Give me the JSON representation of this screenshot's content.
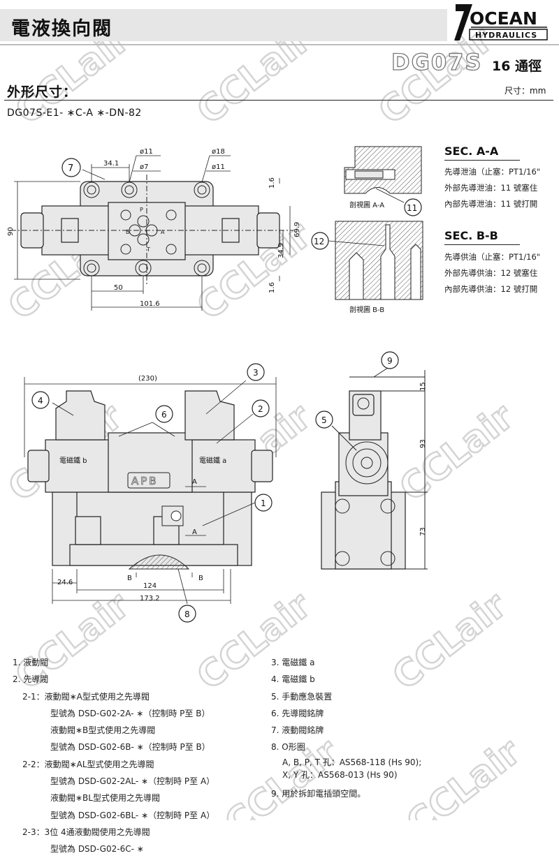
{
  "header": {
    "title": "電液換向閥",
    "logo_main": "OCEAN",
    "logo_letter": "7",
    "logo_sub": "HYDRAULICS",
    "model_code": "DG07S",
    "model_size": "16 通徑"
  },
  "section": {
    "title": "外形尺寸：",
    "unit": "尺寸：mm",
    "model_number": "DG07S-E1- ∗C-A ∗-DN-82"
  },
  "top_view": {
    "dims": [
      "34.1",
      "ø11",
      "ø7",
      "ø18",
      "ø11",
      "1.6",
      "90",
      "69.9",
      "34.9",
      "1.6",
      "50",
      "101.6"
    ],
    "port_labels": [
      "P",
      "B",
      "A",
      "T"
    ],
    "callout": "7"
  },
  "sec_aa": {
    "title": "SEC. A-A",
    "view_label": "剖視圖 A-A",
    "callout": "11",
    "lines": [
      "先導泄油（止塞：PT1/16\"",
      "外部先導泄油：11 號塞住",
      "內部先導泄油：11 號打開"
    ]
  },
  "sec_bb": {
    "title": "SEC. B-B",
    "view_label": "剖視圖 B-B",
    "callout": "12",
    "lines": [
      "先導供油（止塞：PT1/16\"",
      "外部先導供油：12 號塞住",
      "內部先導供油：12 號打開"
    ]
  },
  "front_view": {
    "dims": [
      "(230)",
      "24.6",
      "124",
      "173.2"
    ],
    "solenoid_b": "電磁鐵 b",
    "solenoid_a": "電磁鐵 a",
    "nameplate": "APB",
    "section_marks": [
      "A",
      "A",
      "B",
      "B"
    ],
    "callouts": [
      "4",
      "6",
      "3",
      "2",
      "1",
      "8"
    ]
  },
  "side_view": {
    "dims": [
      "15",
      "93",
      "73"
    ],
    "callouts": [
      "9",
      "5"
    ]
  },
  "notes_left": [
    "1. 液動閥",
    "2. 先導閥",
    "2-1：液動閥∗A型式使用之先導閥",
    "型號為 DSD-G02-2A- ∗（控制時 P至 B）",
    "液動閥∗B型式使用之先導閥",
    "型號為 DSD-G02-6B- ∗（控制時 P至 B）",
    "2-2：液動閥∗AL型式使用之先導閥",
    "型號為 DSD-G02-2AL- ∗（控制時 P至 A）",
    "液動閥∗BL型式使用之先導閥",
    "型號為 DSD-G02-6BL- ∗（控制時 P至 A）",
    "2-3：3位 4通液動閥使用之先導閥",
    "型號為 DSD-G02-6C- ∗"
  ],
  "notes_right": [
    "3. 電磁鐵 a",
    "4. 電磁鐵 b",
    "5. 手動應急裝置",
    "6. 先導閥銘牌",
    "7. 液動閥銘牌",
    "8. O形圈",
    "A, B, P, T 孔：AS568-118 (Hs 90);",
    "X, Y 孔：AS568-013 (Hs 90)",
    "9. 用於拆卸電插頭空間。"
  ],
  "watermark": "CCLair",
  "colors": {
    "body": "#e8e8e8",
    "line": "#222222",
    "header_bar": "#e6e6e6",
    "watermark": "#d4d4d4"
  }
}
